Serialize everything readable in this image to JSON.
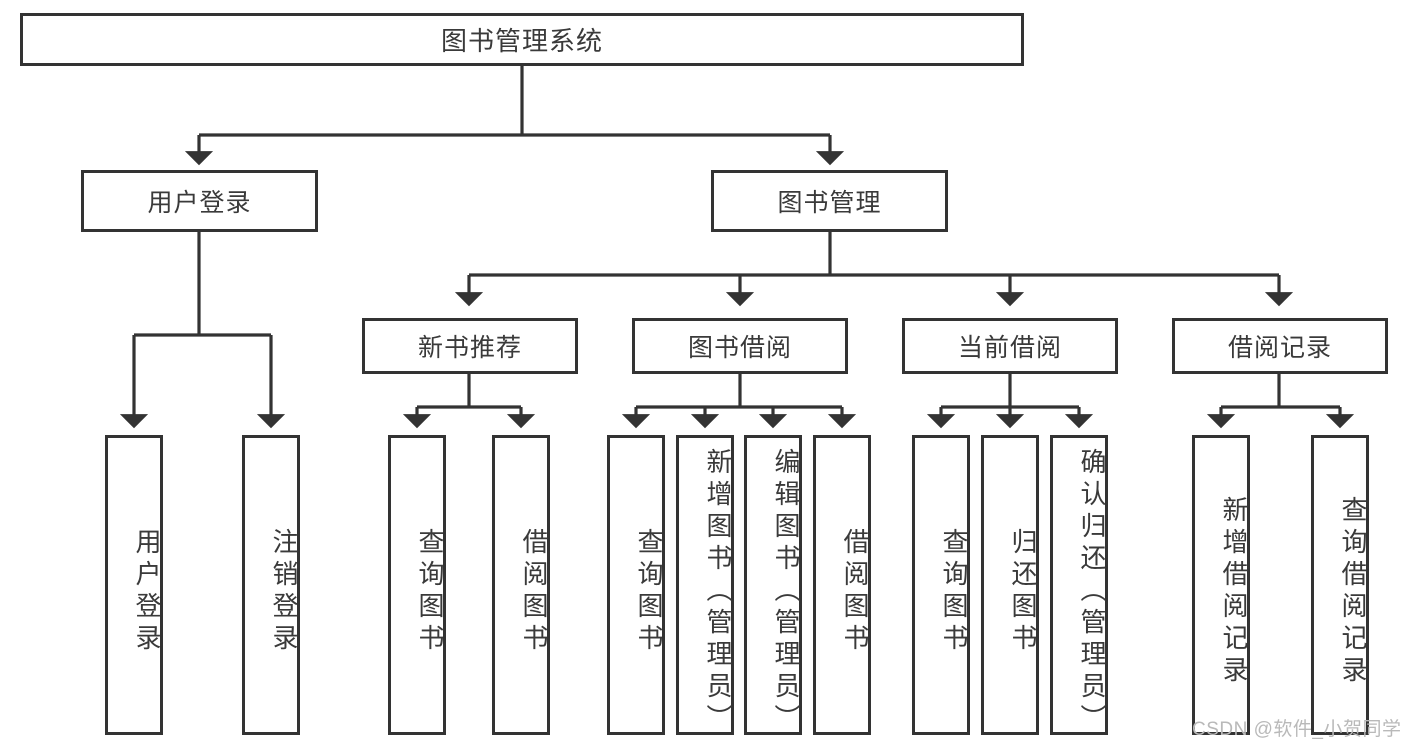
{
  "diagram": {
    "type": "tree-hierarchy",
    "title": "图书管理系统",
    "colors": {
      "box_border": "#333333",
      "box_fill": "#ffffff",
      "connector": "#333333",
      "text": "#3a3a3a",
      "watermark": "#b9b9b9",
      "background": "#ffffff"
    },
    "root": {
      "label": "图书管理系统"
    },
    "level2": [
      {
        "id": "user-login",
        "label": "用户登录"
      },
      {
        "id": "book-management",
        "label": "图书管理"
      }
    ],
    "level3": [
      {
        "id": "new-book-recommend",
        "label": "新书推荐"
      },
      {
        "id": "book-borrow",
        "label": "图书借阅"
      },
      {
        "id": "current-borrow",
        "label": "当前借阅"
      },
      {
        "id": "borrow-record",
        "label": "借阅记录"
      }
    ],
    "leaves": {
      "user_login": [
        {
          "id": "leaf-user-login",
          "label": "用户登录"
        },
        {
          "id": "leaf-logout",
          "label": "注销登录"
        }
      ],
      "new_book_recommend": [
        {
          "id": "leaf-query-book-1",
          "label": "查询图书"
        },
        {
          "id": "leaf-borrow-book-1",
          "label": "借阅图书"
        }
      ],
      "book_borrow": [
        {
          "id": "leaf-query-book-2",
          "label": "查询图书"
        },
        {
          "id": "leaf-add-book",
          "label": "新增图书（管理员）"
        },
        {
          "id": "leaf-edit-book",
          "label": "编辑图书（管理员）"
        },
        {
          "id": "leaf-borrow-book-2",
          "label": "借阅图书"
        }
      ],
      "current_borrow": [
        {
          "id": "leaf-query-book-3",
          "label": "查询图书"
        },
        {
          "id": "leaf-return-book",
          "label": "归还图书"
        },
        {
          "id": "leaf-confirm-return",
          "label": "确认归还（管理员）"
        }
      ],
      "borrow_record": [
        {
          "id": "leaf-add-record",
          "label": "新增借阅记录"
        },
        {
          "id": "leaf-query-record",
          "label": "查询借阅记录"
        }
      ]
    },
    "watermark": "CSDN @软件_小贺同学"
  }
}
